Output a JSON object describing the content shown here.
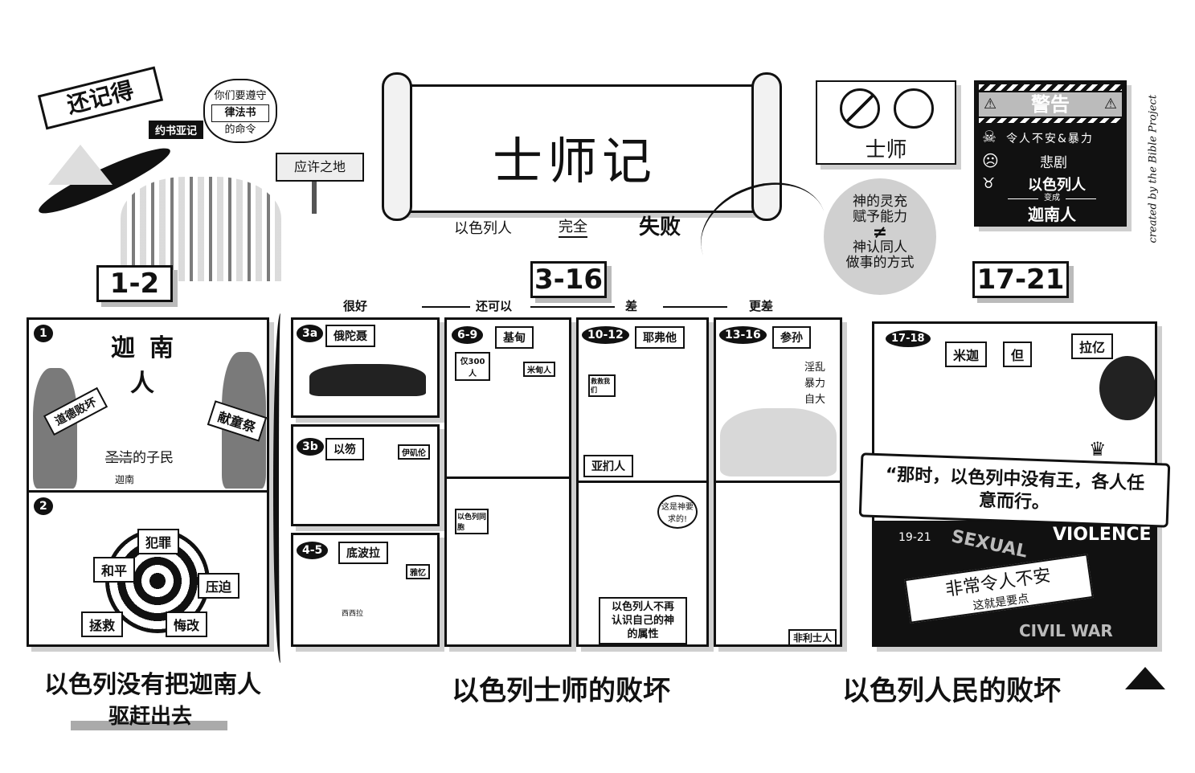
{
  "remember": {
    "ribbon": "还记得",
    "book_tag": "约书亚记",
    "speech": [
      "你们要遵守",
      "律法书",
      "的命令"
    ],
    "sign": "应许之地",
    "range": "1-2"
  },
  "title": {
    "main": "士师记",
    "subtitle": [
      "以色列人",
      "完全",
      "失败"
    ],
    "range": "3-16"
  },
  "judges_sign": {
    "label": "士师"
  },
  "spirit": {
    "line1": "神的灵充",
    "line2": "赋予能力",
    "neq": "≠",
    "line3": "神认同人",
    "line4": "做事的方式"
  },
  "warning": {
    "header": "警告",
    "rows": [
      "令人不安&暴力",
      "悲剧",
      "以色列人"
    ],
    "becomes": "变成",
    "result": "迦南人",
    "range": "17-21",
    "icons": [
      "skull-icon",
      "tragedy-mask-icon",
      "bull-idol-icon",
      "warning-triangle-icon"
    ]
  },
  "credit": "created by the Bible Project",
  "scale": [
    "很好",
    "还可以",
    "差",
    "更差"
  ],
  "part1": {
    "num": "1",
    "heading": "迦南人",
    "sign_left": "道德败坏",
    "sign_right": "献童祭",
    "people": "圣洁的子民",
    "struck": "圣洁",
    "replacement": "迦南",
    "num2": "2",
    "cycle": [
      "犯罪",
      "压迫",
      "悔改",
      "拯救",
      "和平"
    ]
  },
  "judges": [
    {
      "num": "3a",
      "name": "俄陀聂"
    },
    {
      "num": "3b",
      "name": "以笏",
      "tag": "伊矶伦"
    },
    {
      "num": "4-5",
      "name": "底波拉",
      "tag": "雅忆",
      "tag2": "西西拉"
    },
    {
      "num": "6-9",
      "name": "基甸",
      "tag": "仅300人",
      "tag2": "米甸人",
      "bottom": "以色列同胞"
    },
    {
      "num": "10-12",
      "name": "耶弗他",
      "tag": "救救我们",
      "tag2": "亚扪人",
      "bubble": "这是神要求的!",
      "bottom": "以色列人不再认识自己的神的属性"
    },
    {
      "num": "13-16",
      "name": "参孙",
      "traits": [
        "淫乱",
        "暴力",
        "自大"
      ],
      "bottom": "非利士人"
    }
  ],
  "part3": {
    "num": "17-18",
    "tags": [
      "米迦",
      "但",
      "拉亿"
    ],
    "quote": "“那时，以色列中没有王，各人任意而行。",
    "num2": "19-21",
    "bg_words": [
      "SEXUAL",
      "VIOLENCE",
      "CIVIL WAR"
    ],
    "banner": "非常令人不安",
    "banner_sub": "这就是要点"
  },
  "captions": {
    "left": "以色列没有把迦南人",
    "left2": "驱赶出去",
    "middle": "以色列士师的败坏",
    "right": "以色列人民的败坏"
  }
}
